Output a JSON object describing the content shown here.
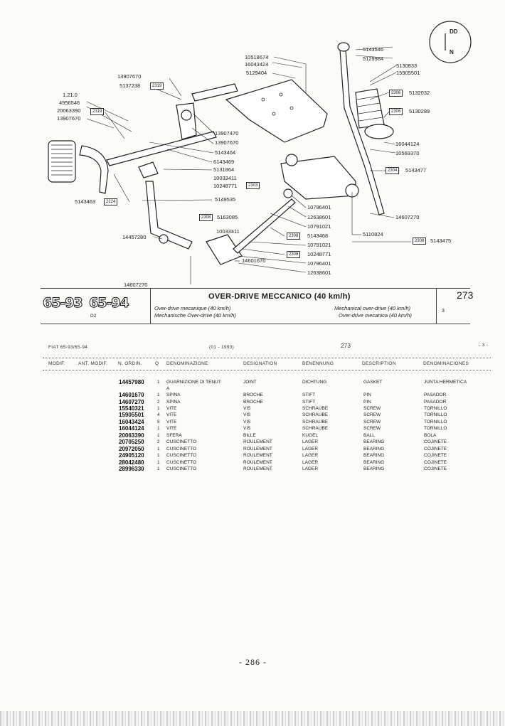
{
  "diagram": {
    "refs_left": [
      "13907670",
      "5137238",
      "1.21.0",
      "4956546",
      "20063390",
      "13907670",
      "5143463",
      "14457280",
      "14607270"
    ],
    "refs_mid": [
      "10518674",
      "16043424",
      "5129404",
      "13907470",
      "13907670",
      "5143464",
      "6143469",
      "5131864",
      "10033411",
      "10248771",
      "5149535",
      "5163085",
      "10033411",
      "10796401",
      "12638601",
      "10791021",
      "5143468",
      "10791021",
      "10248771",
      "10796401",
      "12638601",
      "14601670"
    ],
    "refs_right": [
      "5143546",
      "5129984",
      "5130833",
      "15905501",
      "5132032",
      "5130289",
      "16044124",
      "10569370",
      "5143477",
      "14607270",
      "5110824",
      "5143475"
    ],
    "boxes": [
      "2319",
      "2319",
      "2224",
      "2303",
      "2308",
      "2308",
      "2308",
      "2306",
      "2306",
      "2304",
      "2308"
    ],
    "shift_pattern": {
      "top": "DD",
      "bottom": "N"
    }
  },
  "title": {
    "badge1": "65-93",
    "badge2": "65-94",
    "sub_code": "D2",
    "main": "OVER-DRIVE MECCANICO (40 km/h)",
    "fr": "Over-drive mecanique (40 km/h)",
    "de": "Mechanische Over-drive (40 km/h)",
    "en": "Mechanical over-drive (40 km/h)",
    "es": "Over-drive mecanica (40 km/h)",
    "ref_number": "273",
    "ref_sub": "3"
  },
  "list_header": {
    "model": "FIAT 65-93/65-94",
    "date": "(01 - 1993)",
    "table": "273",
    "page": "- 3 -"
  },
  "columns": [
    "MODIF.",
    "ANT. MODIF.",
    "N. ORDIN.",
    "Q",
    "DENOMINAZIONE",
    "DESIGNATION",
    "BENENNUNG",
    "DESCRIPTION",
    "DENOMINACIONES"
  ],
  "rows": [
    {
      "part": "14457980",
      "qty": "1",
      "it": "GUARNIZIONE DI TENUT\nA",
      "fr": "JOINT",
      "de": "DICHTUNG",
      "en": "GASKET",
      "es": "JUNTA HERMETICA"
    },
    {
      "part": "14601670",
      "qty": "1",
      "it": "SPINA",
      "fr": "BROCHE",
      "de": "STIFT",
      "en": "PIN",
      "es": "PASADOR"
    },
    {
      "part": "14607270",
      "qty": "2",
      "it": "SPINA",
      "fr": "BROCHE",
      "de": "STIFT",
      "en": "PIN",
      "es": "PASADOR"
    },
    {
      "part": "15540321",
      "qty": "1",
      "it": "VITE",
      "fr": "VIS",
      "de": "SCHRAUBE",
      "en": "SCREW",
      "es": "TORNILLO"
    },
    {
      "part": "15905501",
      "qty": "4",
      "it": "VITE",
      "fr": "VIS",
      "de": "SCHRAUBE",
      "en": "SCREW",
      "es": "TORNILLO"
    },
    {
      "part": "16043424",
      "qty": "8",
      "it": "VITE",
      "fr": "VIS",
      "de": "SCHRAUBE",
      "en": "SCREW",
      "es": "TORNILLO"
    },
    {
      "part": "16044124",
      "qty": "1",
      "it": "VITE",
      "fr": "VIS",
      "de": "SCHRAUBE",
      "en": "SCREW",
      "es": "TORNILLO"
    },
    {
      "part": "20063390",
      "qty": "1",
      "it": "SFERA",
      "fr": "BILLE",
      "de": "KUGEL",
      "en": "BALL",
      "es": "BOLA"
    },
    {
      "part": "20705250",
      "qty": "2",
      "it": "CUSCINETTO",
      "fr": "ROULEMENT",
      "de": "LAGER",
      "en": "BEARING",
      "es": "COJINETE"
    },
    {
      "part": "20972050",
      "qty": "1",
      "it": "CUSCINETTO",
      "fr": "ROULEMENT",
      "de": "LAGER",
      "en": "BEARING",
      "es": "COJINETE"
    },
    {
      "part": "24905120",
      "qty": "1",
      "it": "CUSCINETTO",
      "fr": "ROULEMENT",
      "de": "LAGER",
      "en": "BEARING",
      "es": "COJINETE"
    },
    {
      "part": "28042480",
      "qty": "1",
      "it": "CUSCINETTO",
      "fr": "ROULEMENT",
      "de": "LAGER",
      "en": "BEARING",
      "es": "COJINETE"
    },
    {
      "part": "28996330",
      "qty": "1",
      "it": "CUSCINETTO",
      "fr": "ROULEMENT",
      "de": "LAGER",
      "en": "BEARING",
      "es": "COJINETE"
    }
  ],
  "page_number": "- 286 -"
}
